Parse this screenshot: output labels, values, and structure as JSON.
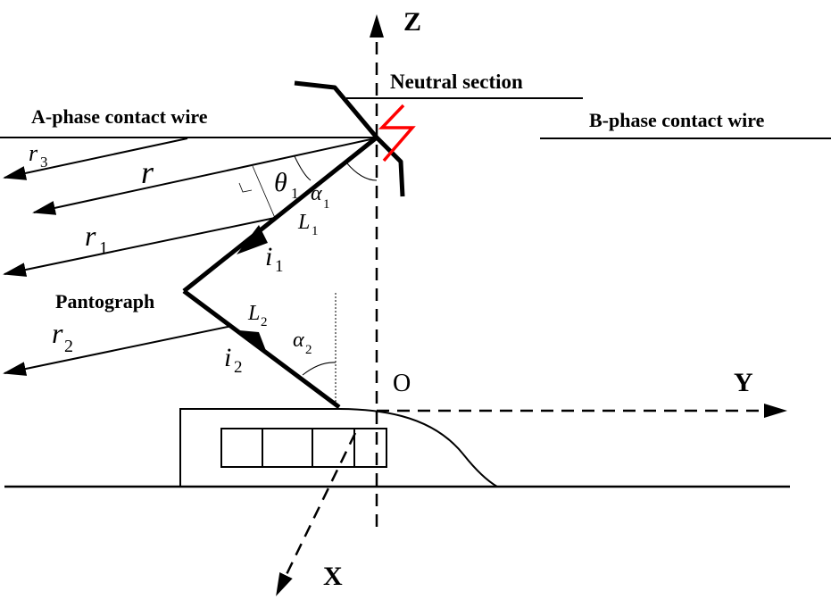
{
  "labels": {
    "z_axis": "Z",
    "y_axis": "Y",
    "x_axis": "X",
    "origin": "O",
    "neutral_section": "Neutral section",
    "a_phase": "A-phase contact wire",
    "b_phase": "B-phase contact wire",
    "pantograph": "Pantograph"
  },
  "symbols": {
    "r": "r",
    "r1": "r",
    "r1_sub": "1",
    "r2": "r",
    "r2_sub": "2",
    "r3": "r",
    "r3_sub": "3",
    "theta1": "θ",
    "theta1_sub": "1",
    "alpha1": "α",
    "alpha1_sub": "1",
    "alpha2": "α",
    "alpha2_sub": "2",
    "L1": "L",
    "L1_sub": "1",
    "L2": "L",
    "L2_sub": "2",
    "i1": "i",
    "i1_sub": "1",
    "i2": "i",
    "i2_sub": "2"
  },
  "colors": {
    "ink": "#000000",
    "arc_spark": "#ff0000"
  }
}
